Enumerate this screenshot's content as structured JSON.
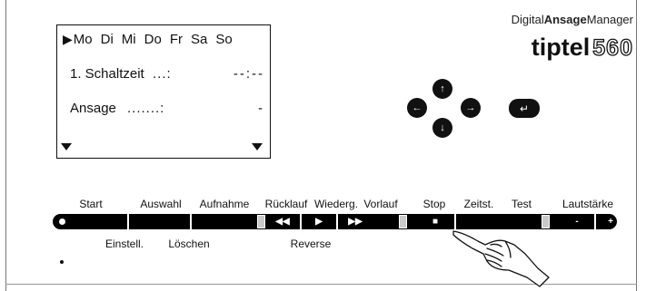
{
  "lcd": {
    "cursor": "▶",
    "days": [
      "Mo",
      "Di",
      "Mi",
      "Do",
      "Fr",
      "Sa",
      "So"
    ],
    "row1_label": "1. Schaltzeit",
    "row1_dots": "...:",
    "row1_value": "--:--",
    "row2_label": "Ansage",
    "row2_dots": ".......:",
    "row2_value": "-"
  },
  "brand": {
    "subtitle_prefix": "Digital",
    "subtitle_mid": "Ansage",
    "subtitle_suffix": "Manager",
    "name": "tiptel",
    "model": "560"
  },
  "nav": {
    "up": "↑",
    "left": "←",
    "right": "→",
    "down": "↓",
    "enter": "↵"
  },
  "buttons_top": [
    "Start",
    "Auswahl",
    "Aufnahme",
    "Rücklauf",
    "Wiederg.",
    "Vorlauf",
    "Stop",
    "Zeitst.",
    "Test",
    "Lautstärke"
  ],
  "buttons_bottom": [
    "Einstell.",
    "Löschen",
    "Reverse"
  ],
  "strip_symbols": {
    "rewind": "◀◀",
    "play": "▶",
    "ffwd": "▶▶",
    "stop": "■",
    "vol_down": "-",
    "vol_up": "+"
  },
  "icons": {
    "hand": "pointing-hand-icon",
    "dropdown": "triangle-down-icon"
  }
}
